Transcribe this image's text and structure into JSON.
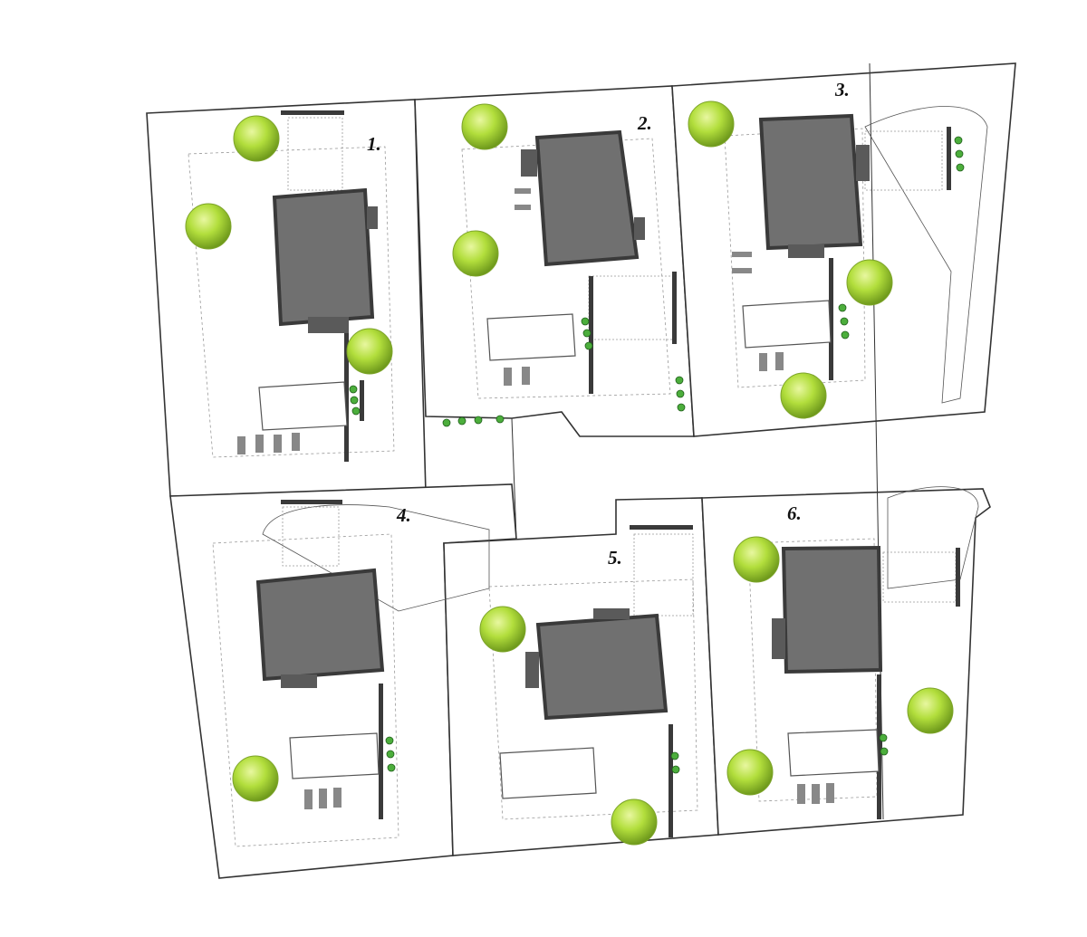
{
  "plan": {
    "lots": [
      {
        "label": "1."
      },
      {
        "label": "2."
      },
      {
        "label": "3."
      },
      {
        "label": "4."
      },
      {
        "label": "5."
      },
      {
        "label": "6."
      }
    ]
  },
  "colors": {
    "house": "#707070",
    "tree": "#a8d83a",
    "line": "#333333"
  }
}
